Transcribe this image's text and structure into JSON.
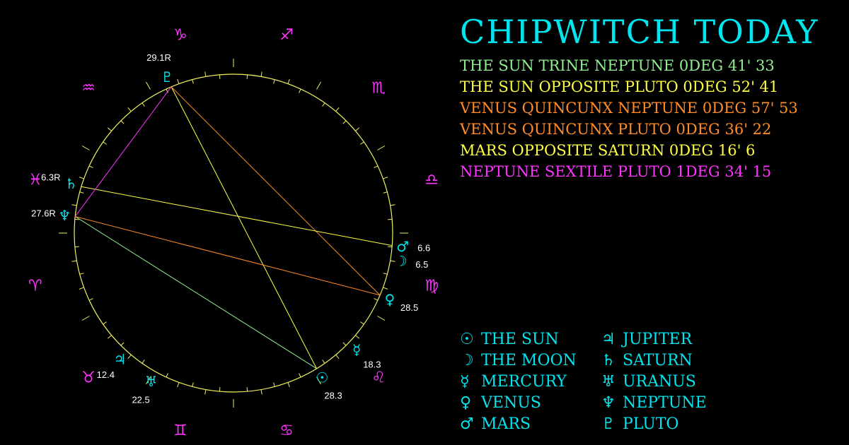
{
  "title": "CHIPWITCH TODAY",
  "colors": {
    "trine": "#90ee90",
    "opposition": "#ffff44",
    "quincunx": "#ff8c28",
    "sextile": "#ff33ff",
    "planet": "#00e5ee",
    "sign": "#ff33ff",
    "wheel": "#f0f060"
  },
  "aspects": [
    {
      "text": "THE SUN TRINE NEPTUNE 0DEG 41' 33",
      "type": "trine"
    },
    {
      "text": "THE SUN OPPOSITE PLUTO 0DEG 52' 41",
      "type": "opposition"
    },
    {
      "text": "VENUS QUINCUNX NEPTUNE 0DEG 57' 53",
      "type": "quincunx"
    },
    {
      "text": "VENUS QUINCUNX PLUTO 0DEG 36' 22",
      "type": "quincunx"
    },
    {
      "text": "MARS OPPOSITE SATURN 0DEG 16' 6",
      "type": "opposition"
    },
    {
      "text": "NEPTUNE SEXTILE PLUTO 1DEG 34' 15",
      "type": "sextile"
    }
  ],
  "legend": [
    {
      "glyph": "☉",
      "name": "THE SUN"
    },
    {
      "glyph": "☽",
      "name": "THE MOON"
    },
    {
      "glyph": "☿",
      "name": "MERCURY"
    },
    {
      "glyph": "♀",
      "name": "VENUS"
    },
    {
      "glyph": "♂",
      "name": "MARS"
    },
    {
      "glyph": "♃",
      "name": "JUPITER"
    },
    {
      "glyph": "♄",
      "name": "SATURN"
    },
    {
      "glyph": "♅",
      "name": "URANUS"
    },
    {
      "glyph": "♆",
      "name": "NEPTUNE"
    },
    {
      "glyph": "♇",
      "name": "PLUTO"
    }
  ],
  "signs": [
    "♈",
    "♉",
    "♊",
    "♋",
    "♌",
    "♍",
    "♎",
    "♏",
    "♐",
    "♑",
    "♒",
    "♓"
  ],
  "planets": [
    {
      "id": "sun",
      "glyph": "☉",
      "label": "28.3",
      "angle": 301.5
    },
    {
      "id": "moon",
      "glyph": "☽",
      "label": "6.5",
      "angle": 350.5
    },
    {
      "id": "mercury",
      "glyph": "☿",
      "label": "18.3",
      "angle": 316.5
    },
    {
      "id": "venus",
      "glyph": "♀",
      "label": "28.5",
      "angle": 337.0
    },
    {
      "id": "mars",
      "glyph": "♂",
      "label": "6.6",
      "angle": 355.5
    },
    {
      "id": "jupiter",
      "glyph": "♃",
      "label": "12.4",
      "angle": 228.0
    },
    {
      "id": "saturn",
      "glyph": "♄",
      "label": "6.3R",
      "angle": 163.0
    },
    {
      "id": "uranus",
      "glyph": "♅",
      "label": "22.5",
      "angle": 241.0
    },
    {
      "id": "neptune",
      "glyph": "♆",
      "label": "27.6R",
      "angle": 174.0
    },
    {
      "id": "pluto",
      "glyph": "♇",
      "label": "29.1R",
      "angle": 113.0
    }
  ],
  "aspect_lines": [
    {
      "a": "sun",
      "b": "neptune",
      "type": "trine"
    },
    {
      "a": "sun",
      "b": "pluto",
      "type": "opposition"
    },
    {
      "a": "venus",
      "b": "neptune",
      "type": "quincunx"
    },
    {
      "a": "venus",
      "b": "pluto",
      "type": "quincunx"
    },
    {
      "a": "mars",
      "b": "saturn",
      "type": "opposition"
    },
    {
      "a": "neptune",
      "b": "pluto",
      "type": "sextile"
    }
  ]
}
